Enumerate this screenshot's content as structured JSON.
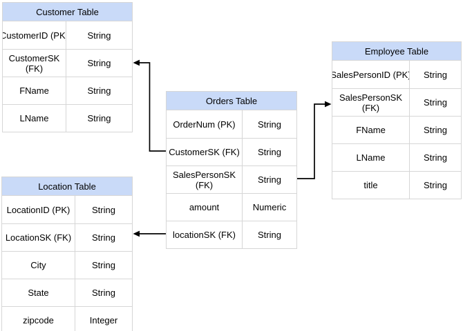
{
  "colors": {
    "header_fill": "#C9DAF8",
    "table_border": "#D6D6D6",
    "connector": "#000000",
    "background": "#FFFFFF",
    "text": "#000000"
  },
  "tables": {
    "customer": {
      "title": "Customer Table",
      "rows": [
        {
          "name": "CustomerID (PK)",
          "type": "String"
        },
        {
          "name": "CustomerSK\n(FK)",
          "type": "String"
        },
        {
          "name": "FName",
          "type": "String"
        },
        {
          "name": "LName",
          "type": "String"
        }
      ]
    },
    "orders": {
      "title": "Orders Table",
      "rows": [
        {
          "name": "OrderNum (PK)",
          "type": "String"
        },
        {
          "name": "CustomerSK (FK)",
          "type": "String"
        },
        {
          "name": "SalesPersonSK\n(FK)",
          "type": "String"
        },
        {
          "name": "amount",
          "type": "Numeric"
        },
        {
          "name": "locationSK (FK)",
          "type": "String"
        }
      ]
    },
    "employee": {
      "title": "Employee Table",
      "rows": [
        {
          "name": "SalesPersonID (PK)",
          "type": "String"
        },
        {
          "name": "SalesPersonSK\n(FK)",
          "type": "String"
        },
        {
          "name": "FName",
          "type": "String"
        },
        {
          "name": "LName",
          "type": "String"
        },
        {
          "name": "title",
          "type": "String"
        }
      ]
    },
    "location": {
      "title": "Location Table",
      "rows": [
        {
          "name": "LocationID (PK)",
          "type": "String"
        },
        {
          "name": "LocationSK (FK)",
          "type": "String"
        },
        {
          "name": "City",
          "type": "String"
        },
        {
          "name": "State",
          "type": "String"
        },
        {
          "name": "zipcode",
          "type": "Integer"
        }
      ]
    }
  },
  "connectors": [
    {
      "from": "Orders Table.CustomerSK (FK)",
      "to": "Customer Table.CustomerSK (FK)"
    },
    {
      "from": "Orders Table.SalesPersonSK (FK)",
      "to": "Employee Table.SalesPersonSK (FK)"
    },
    {
      "from": "Orders Table.locationSK (FK)",
      "to": "Location Table.LocationSK (FK)"
    }
  ]
}
